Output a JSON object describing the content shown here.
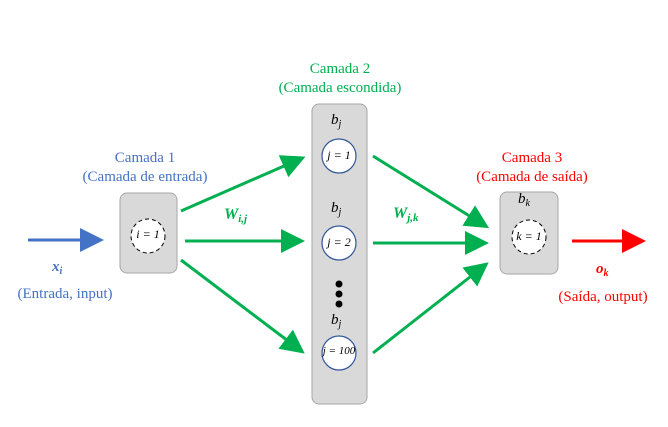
{
  "layer1": {
    "title": "Camada 1",
    "subtitle": "(Camada de entrada)",
    "node": "i = 1"
  },
  "layer2": {
    "title": "Camada 2",
    "subtitle": "(Camada escondida)",
    "bias": "b",
    "bias_sub": "j",
    "nodes": [
      "j = 1",
      "j = 2",
      "j = 100"
    ]
  },
  "layer3": {
    "title": "Camada 3",
    "subtitle": "(Camada de saída)",
    "node": "k = 1",
    "bias": "b",
    "bias_sub": "k"
  },
  "input": {
    "symbol": "x",
    "sub": "i",
    "caption": "(Entrada, input)"
  },
  "output": {
    "symbol": "o",
    "sub": "k",
    "caption": "(Saída, output)"
  },
  "weights": [
    {
      "symbol": "W",
      "sub": "i,j"
    },
    {
      "symbol": "W",
      "sub": "j,k"
    }
  ],
  "colors": {
    "input": "#4472c4",
    "hidden": "#00b050",
    "output": "#ff0000",
    "box": "#d9d9d9"
  }
}
